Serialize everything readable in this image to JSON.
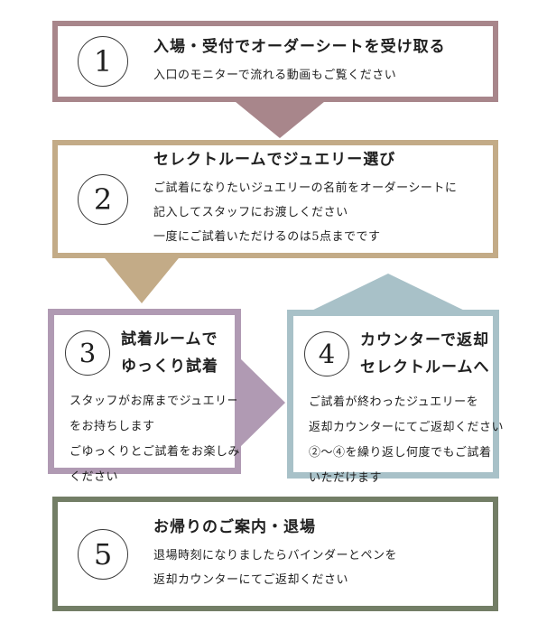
{
  "page": {
    "background_color": "#ffffff",
    "text_color": "#1f1f1f"
  },
  "steps": [
    {
      "number": "1",
      "title_lines": [
        "入場・受付でオーダーシートを受け取る"
      ],
      "body": [
        "入口のモニターで流れる動画もご覧ください"
      ],
      "accent_color": "#a8868b"
    },
    {
      "number": "2",
      "title_lines": [
        "セレクトルームでジュエリー選び"
      ],
      "body": [
        "ご試着になりたいジュエリーの名前をオーダーシートに",
        "記入してスタッフにお渡しください",
        "一度にご試着いただけるのは5点までです"
      ],
      "accent_color": "#c3ab87"
    },
    {
      "number": "3",
      "title_lines": [
        "試着ルームで",
        "ゆっくり試着"
      ],
      "body": [
        "スタッフがお席までジュエリー",
        "をお持ちします",
        "ごゆっくりとご試着をお楽しみ",
        "ください"
      ],
      "accent_color": "#b09ab3"
    },
    {
      "number": "4",
      "title_lines": [
        "カウンターで返却",
        "セレクトルームへ"
      ],
      "body": [
        "ご試着が終わったジュエリーを",
        "返却カウンターにてご返却ください",
        "②〜④を繰り返し何度でもご試着",
        "いただけます"
      ],
      "accent_color": "#a8c1c8"
    },
    {
      "number": "5",
      "title_lines": [
        "お帰りのご案内・退場"
      ],
      "body": [
        "退場時刻になりましたらバインダーとペンを",
        "返却カウンターにてご返却ください"
      ],
      "accent_color": "#737e66"
    }
  ],
  "arrows": [
    {
      "name": "down-arrow-step1-to-step2",
      "direction": "down",
      "color": "#a8868b"
    },
    {
      "name": "down-arrow-step2-to-step3",
      "direction": "down",
      "color": "#c3ab87"
    },
    {
      "name": "right-arrow-step3-to-step4",
      "direction": "right",
      "color": "#b09ab3"
    },
    {
      "name": "up-arrow-step4-to-step2",
      "direction": "up",
      "color": "#a8c1c8"
    }
  ]
}
